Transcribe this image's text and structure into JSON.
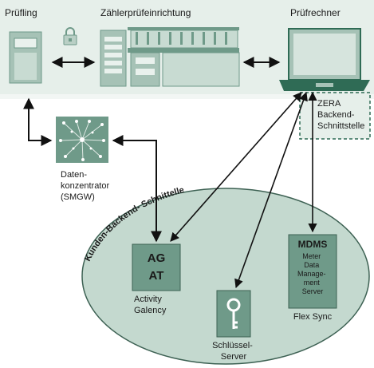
{
  "header": {
    "pruefling": "Prüfling",
    "zaehlerpruefeinrichtung": "Zählerprüfeinrichtung",
    "pruefrechner": "Prüfrechner"
  },
  "zera_backend": [
    "ZERA",
    "Backend-",
    "Schnittstelle"
  ],
  "datenkonzentrator": [
    "Daten-",
    "konzentrator",
    "(SMGW)"
  ],
  "kunden_backend": "Kunden-Backend- Schnittelle",
  "ag_at": {
    "line1": "AG",
    "line2": "AT",
    "caption": [
      "Activity",
      "Galency"
    ]
  },
  "mdms": {
    "title": "MDMS",
    "body": [
      "Meter",
      "Data",
      "Manage-",
      "ment",
      "Server"
    ],
    "caption": "Flex Sync"
  },
  "schluessel": {
    "caption": [
      "Schlüssel-",
      "Server"
    ]
  },
  "colors": {
    "panel": "#d6e4dd",
    "box": "#6f9a89",
    "box_light": "#a6c2b6",
    "ellipse": "#c4d9cf",
    "ellipse_stroke": "#3d6153",
    "dark_green": "#2f6b55"
  }
}
